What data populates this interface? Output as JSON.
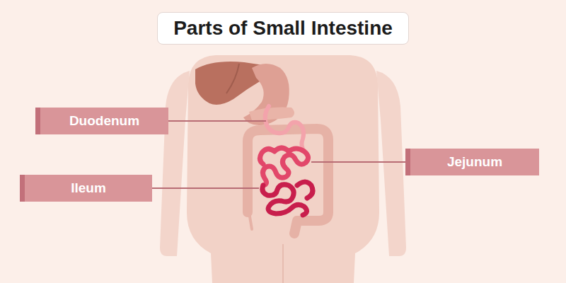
{
  "diagram": {
    "title": "Parts of Small Intestine",
    "nodes": [
      {
        "text": [
          "Duodenum"
        ]
      },
      {
        "text": [
          "Jejunum"
        ]
      },
      {
        "text": [
          "Ileum"
        ]
      }
    ]
  }
}
